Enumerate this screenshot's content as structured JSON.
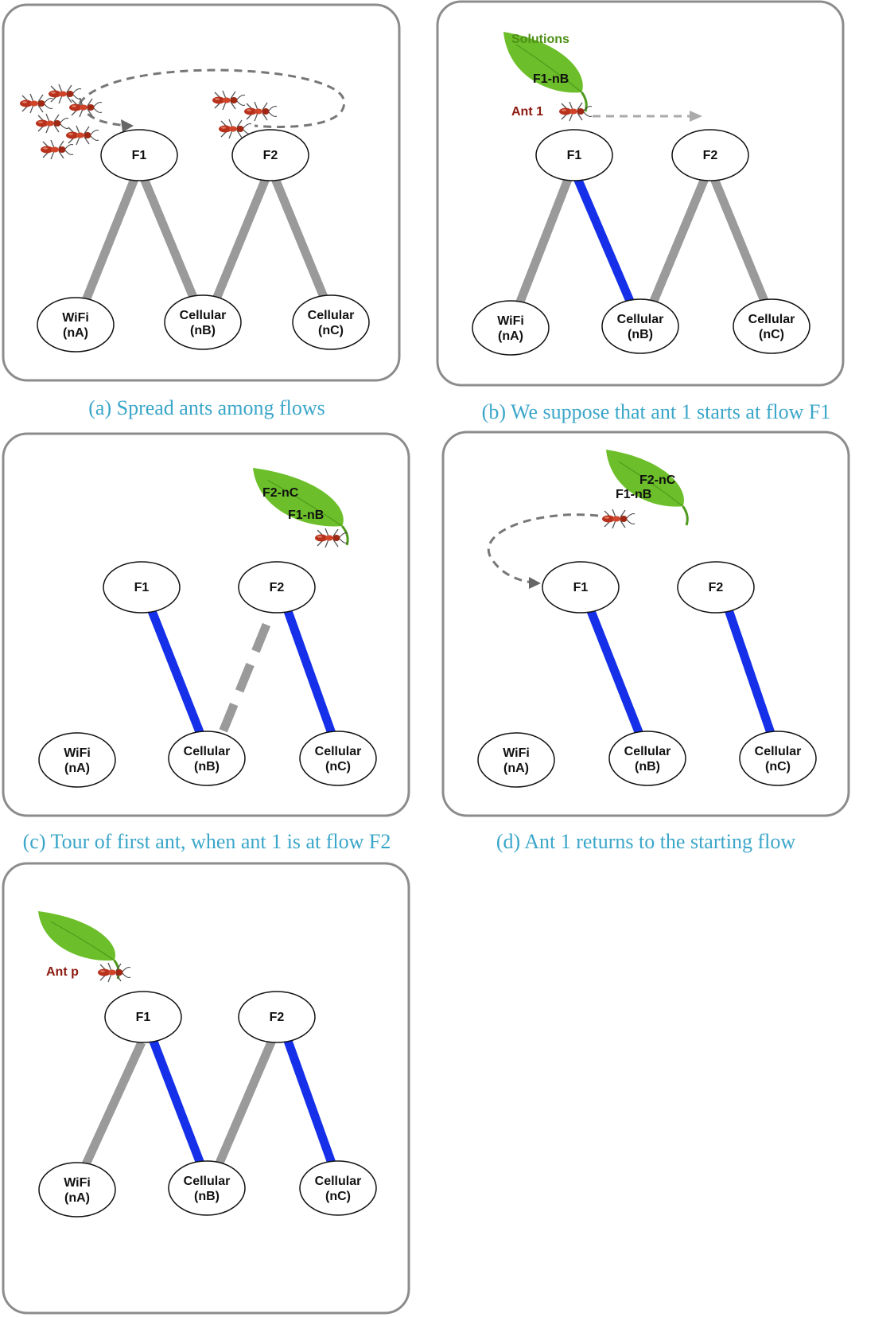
{
  "colors": {
    "panel_border": "#8c8c8c",
    "edge_gray": "#9a9a9a",
    "edge_blue": "#1530e8",
    "leaf_green": "#6cbf2a",
    "ant_body": "#b8311d",
    "ant_label": "#8b1a10",
    "caption": "#3aa6c9",
    "arrow": "#777777"
  },
  "nodes": {
    "f1": "F1",
    "f2": "F2",
    "wifi": [
      "WiFi",
      "(nA)"
    ],
    "cellular_b": [
      "Cellular",
      "(nB)"
    ],
    "cellular_c": [
      "Cellular",
      "(nC)"
    ]
  },
  "panels": [
    {
      "id": "a",
      "caption": "(a) Spread ants among flows"
    },
    {
      "id": "b",
      "caption": "(b) We suppose that ant 1 starts at flow F1",
      "solutions_label": "Solutions",
      "leaf_lines": [
        "F1-nB"
      ],
      "ant_label": "Ant 1"
    },
    {
      "id": "c",
      "caption": "(c) Tour of first ant, when ant 1 is at flow F2",
      "leaf_lines": [
        "F2-nC",
        "F1-nB"
      ]
    },
    {
      "id": "d",
      "caption": "(d) Ant 1 returns to the starting flow",
      "leaf_lines": [
        "F2-nC",
        "F1-nB"
      ]
    },
    {
      "id": "e",
      "caption": "",
      "leaf_lines": [],
      "ant_label": "Ant p"
    }
  ]
}
